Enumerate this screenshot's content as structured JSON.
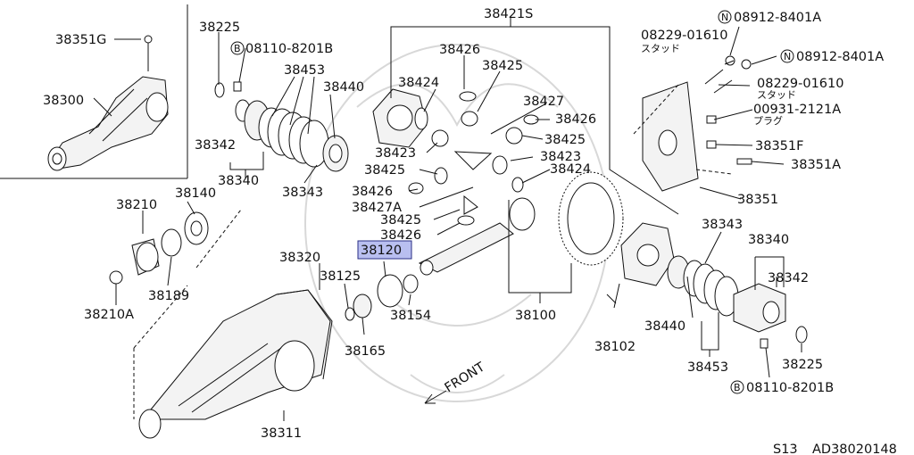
{
  "labels": {
    "p38351G": "38351G",
    "p38300": "38300",
    "p38225a": "38225",
    "p08110a": "08110-8201B",
    "p38453a": "38453",
    "p38440a": "38440",
    "p38342a": "38342",
    "p38340a": "38340",
    "p38343a": "38343",
    "p38421S": "38421S",
    "p38426a": "38426",
    "p38425a": "38425",
    "p38424a": "38424",
    "p38427": "38427",
    "p38426b": "38426",
    "p38425b": "38425",
    "p38423a": "38423",
    "p38423b": "38423",
    "p38425c": "38425",
    "p38424b": "38424",
    "p38426c": "38426",
    "p38427A": "38427A",
    "p38425d": "38425",
    "p38426d": "38426",
    "p08912a": "08912-8401A",
    "p08229a": "08229-01610",
    "p08229a_jp": "スタッド",
    "p08912b": "08912-8401A",
    "p08229b": "08229-01610",
    "p08229b_jp": "スタッド",
    "p00931": "00931-2121A",
    "p00931_jp": "プラグ",
    "p38351F": "38351F",
    "p38351A": "38351A",
    "p38351": "38351",
    "p38140": "38140",
    "p38210": "38210",
    "p38189": "38189",
    "p38210A": "38210A",
    "p38120": "38120",
    "p38320": "38320",
    "p38125": "38125",
    "p38154": "38154",
    "p38165": "38165",
    "p38100": "38100",
    "p38102": "38102",
    "p38311": "38311",
    "p38343b": "38343",
    "p38340b": "38340",
    "p38342b": "38342",
    "p38440b": "38440",
    "p38453b": "38453",
    "p38225b": "38225",
    "p08110b": "08110-8201B",
    "front": "FRONT",
    "circle_b": "B",
    "circle_n": "N",
    "footer_model": "S13",
    "footer_code": "AD38020148"
  },
  "highlight": "38120",
  "colors": {
    "highlight_fill": "#b9bff0",
    "highlight_border": "#2a2f86",
    "ink": "#111111"
  }
}
